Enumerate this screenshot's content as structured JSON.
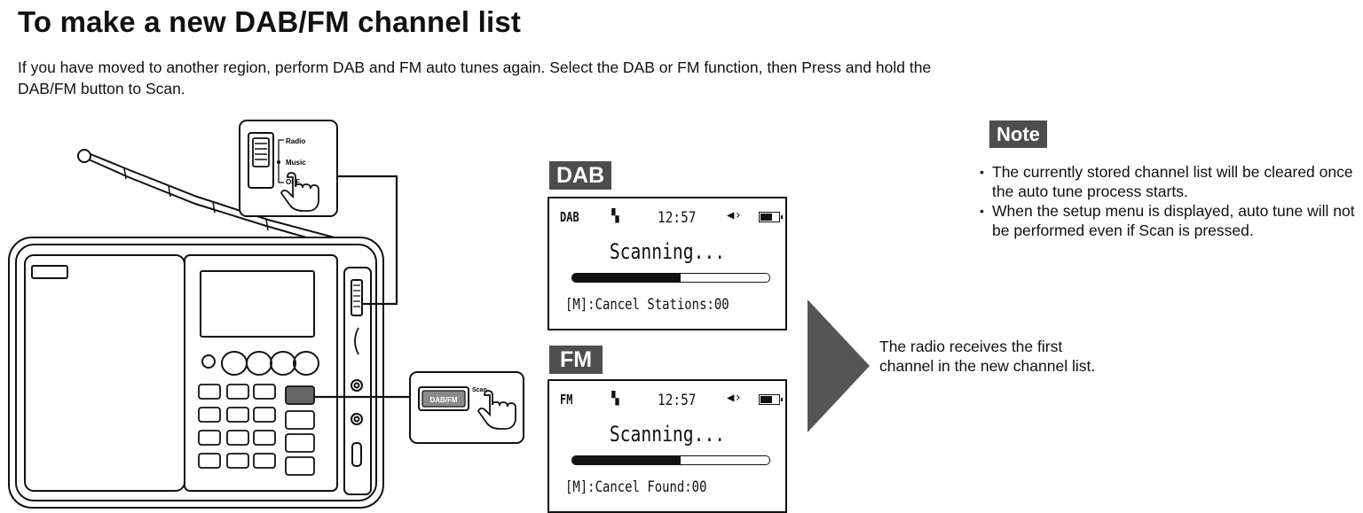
{
  "heading": "To make a new DAB/FM channel list",
  "intro": "If you have moved to another region, perform DAB and FM auto tunes again. Select the DAB or FM function, then Press and hold the DAB/FM button to Scan.",
  "switch_labels": [
    "Radio",
    "Music",
    "OFF"
  ],
  "button_label": "DAB/FM",
  "button_caption": "Scan",
  "screens": [
    {
      "badge": "DAB",
      "mode": "DAB",
      "time": "12:57",
      "status_text": "Scanning...",
      "progress": 0.55,
      "bottom_text": "[M]:Cancel Stations:00"
    },
    {
      "badge": "FM",
      "mode": "FM",
      "time": "12:57",
      "status_text": "Scanning...",
      "progress": 0.55,
      "bottom_text": "[M]:Cancel Found:00"
    }
  ],
  "result": "The radio receives the first channel in the new channel list.",
  "note": {
    "title": "Note",
    "items": [
      "The currently stored channel list will be cleared once the auto tune process starts.",
      "When the setup menu is displayed, auto tune will not be performed even if Scan is pressed."
    ]
  },
  "icons": {
    "signal": "signal-strength-icon",
    "speaker": "speaker-icon",
    "battery": "battery-icon",
    "hand": "pointing-hand-icon"
  }
}
